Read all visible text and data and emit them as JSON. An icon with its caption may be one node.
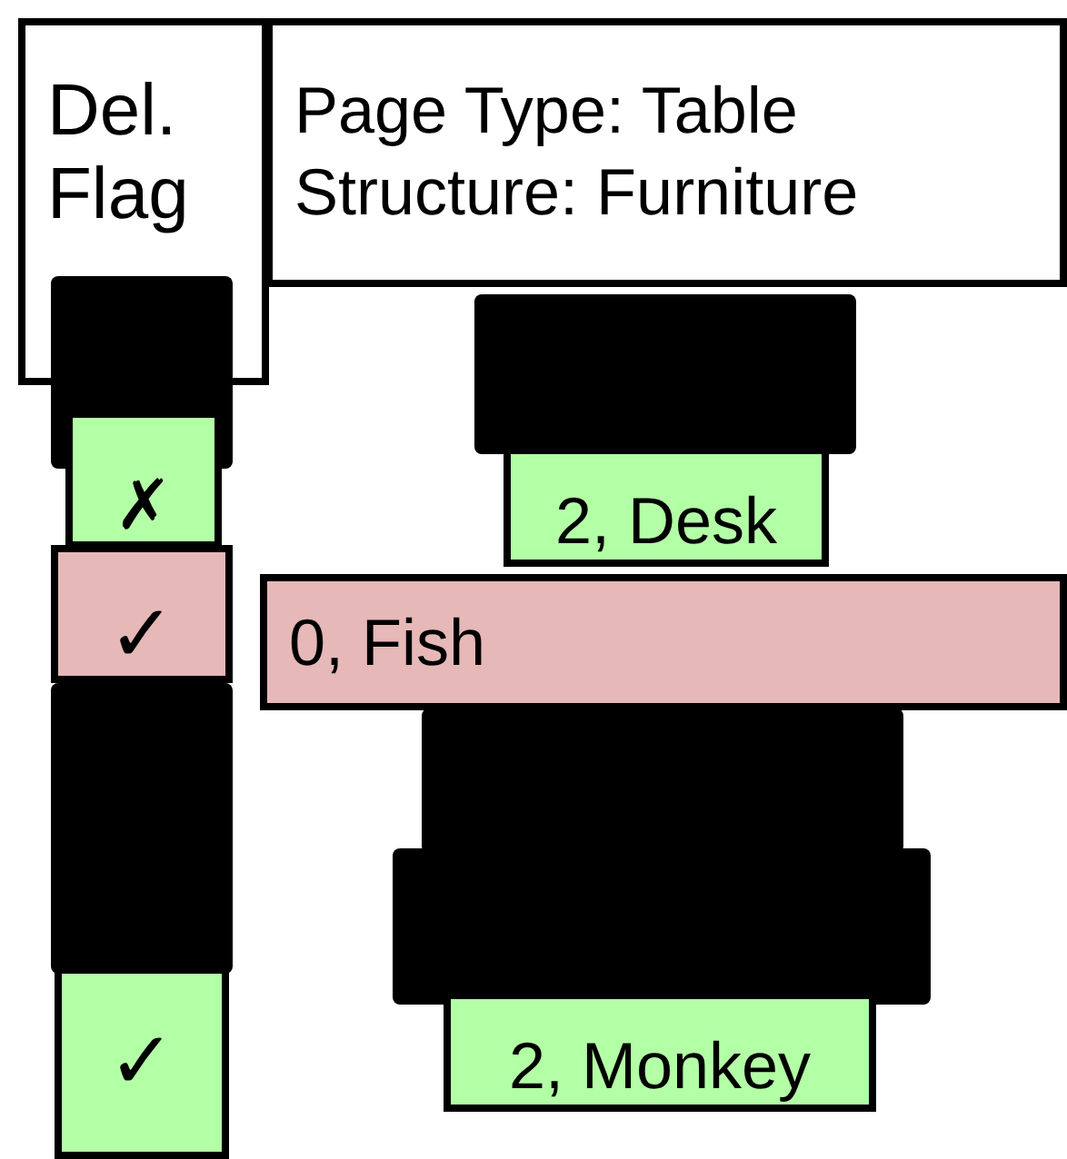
{
  "diagram": {
    "nodes": [
      {
        "text": [
          "Del. Flag"
        ]
      },
      {
        "text": [
          "Page Type: Table",
          "Structure: Furniture"
        ]
      },
      {
        "text": [],
        "shape": "box"
      },
      {
        "text": [],
        "shape": "box"
      },
      {
        "text": [
          "✗"
        ]
      },
      {
        "text": [
          "2, Desk"
        ]
      },
      {
        "text": [
          "✓"
        ]
      },
      {
        "text": [
          "0, Fish"
        ]
      },
      {
        "text": [],
        "shape": "box"
      },
      {
        "text": [],
        "shape": "box"
      },
      {
        "text": [],
        "shape": "box"
      },
      {
        "text": [
          "✓"
        ]
      },
      {
        "text": [
          "2, Monkey"
        ]
      }
    ]
  }
}
